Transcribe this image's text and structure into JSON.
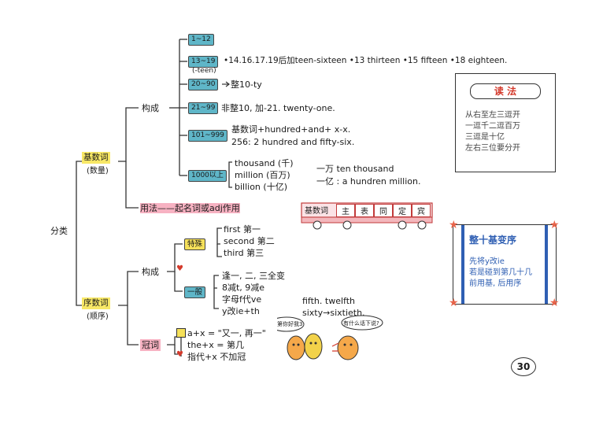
{
  "root": "分类",
  "cardinal": {
    "title": "基数词",
    "subtitle": "(数量)",
    "composition_label": "构成",
    "boxes": [
      "1~12",
      "13~19",
      "20~90",
      "21~99",
      "101~999",
      "1000以上"
    ],
    "teen_note": "(-teen)",
    "lines": {
      "teen": "•14.16.17.19后加teen-sixteen •13 thirteen •15 fifteen •18 eighteen.",
      "tens": "整10-ty",
      "twentyone": "非整10, 加-21.  twenty-one.",
      "hundred": "基数词+hundred+and+ x-x.",
      "hundred_example": "256: 2 hundred and fifty-six.",
      "thousand": "thousand (千)",
      "million": "million   (百万)",
      "billion": "billion   (十亿)",
      "ten_thousand": "一万  ten thousand",
      "hundred_million": "一亿  : a hundren million."
    },
    "usage": "用法——起名词或adj作用"
  },
  "truck": {
    "label": "基数词",
    "cells": [
      "主",
      "表",
      "同",
      "定",
      "宾"
    ]
  },
  "reading_card": {
    "title": "读 法",
    "lines": [
      "从右至左三逗开",
      "一逗千二逗百万",
      "三逗是十亿",
      "左右三位要分开"
    ]
  },
  "ordinal_card": {
    "title": "整十基变序",
    "lines": [
      "先将y改ie",
      "若是碰到第几十几",
      "前用基, 后用序"
    ]
  },
  "ordinal": {
    "title": "序数词",
    "subtitle": "(顺序)",
    "composition_label": "构成",
    "special_box": "特殊",
    "special": [
      "first    第一",
      "second  第二",
      "third    第三"
    ],
    "rule_box": "一般",
    "rules": [
      "逢一, 二, 三全变",
      "8减t, 9减e",
      "字母f代ve",
      "y改ie+th"
    ],
    "examples": [
      "fifth. twelfth",
      "sixty→sixtieth."
    ],
    "preposition_label": "冠词",
    "prep_lines": [
      "a+x = \"又一, 再一\"",
      "the+x = 第几",
      "指代+x 不加冠"
    ]
  },
  "bubbles": [
    "第你好我3",
    "有什么话下说?"
  ],
  "page_number": "30",
  "colors": {
    "teal": "#5fb6c8",
    "yellow": "#f6e15a",
    "pink": "#f5a6b8",
    "blue": "#2f5fb3",
    "red": "#d43a2c",
    "star": "#e8644a"
  }
}
